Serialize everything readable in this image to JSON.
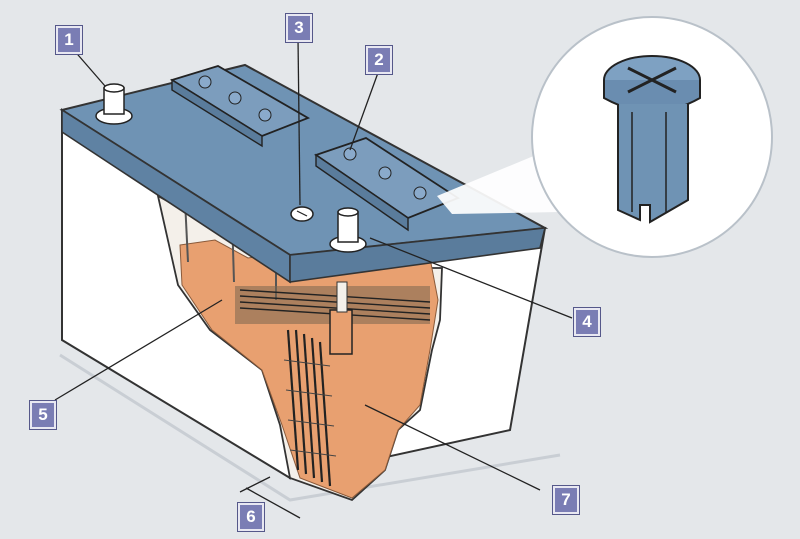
{
  "colors": {
    "background": "#e4e7ea",
    "lid": "#6f93b4",
    "case": "#ffffff",
    "electrolyte": "#e8a070",
    "callout_fill": "#7a7db4"
  },
  "icons": [
    "battery-cutaway-illustration",
    "vent-plug-magnified"
  ],
  "callouts": [
    "1",
    "2",
    "3",
    "4",
    "5",
    "6",
    "7"
  ]
}
